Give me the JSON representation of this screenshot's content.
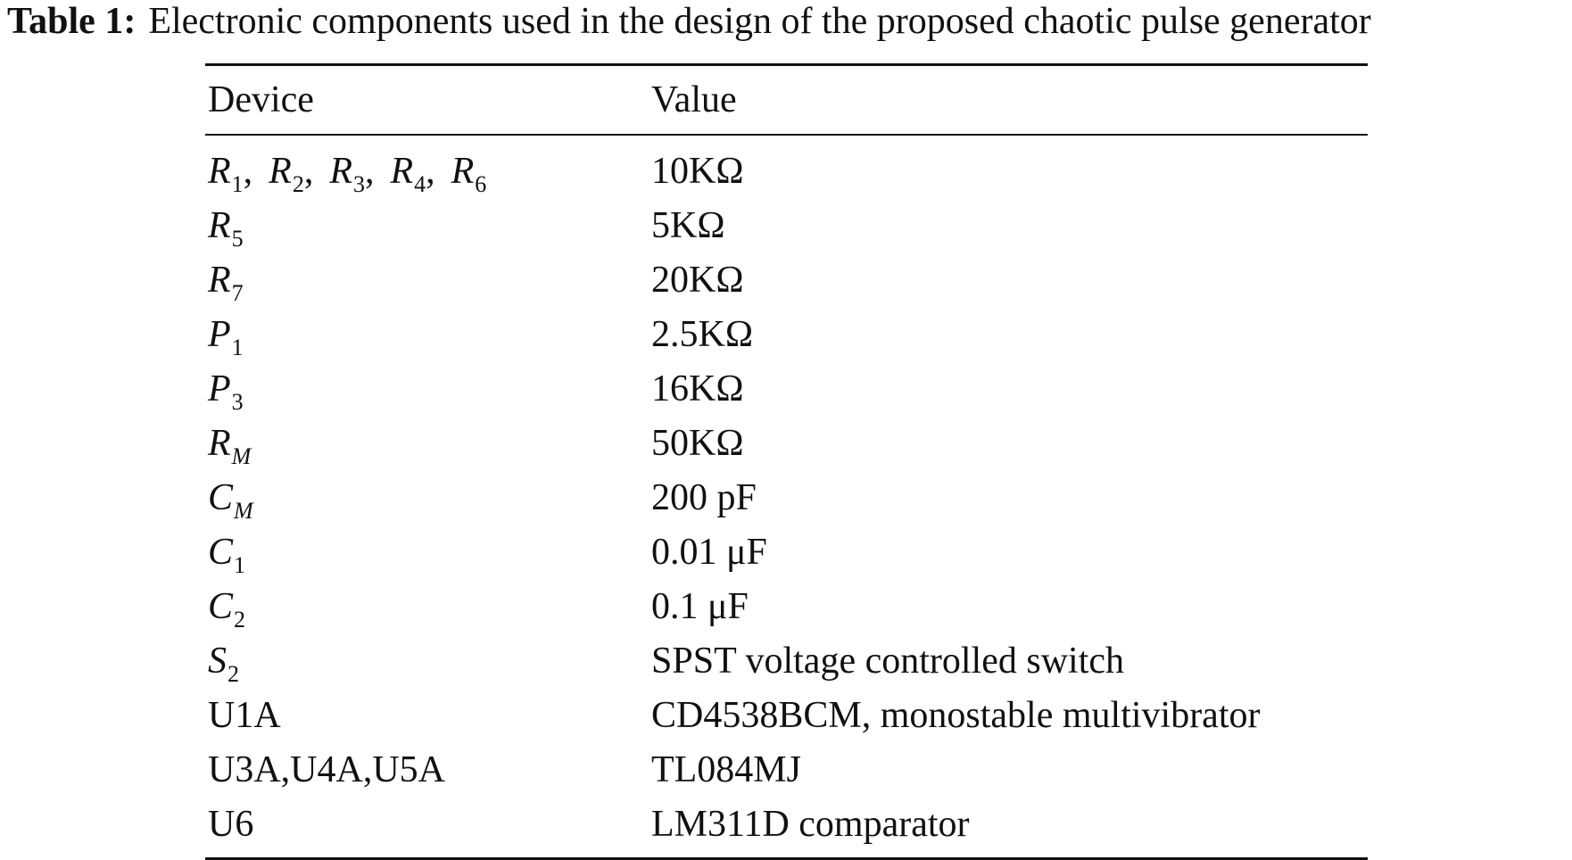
{
  "caption": {
    "label": "Table 1:",
    "text": "Electronic components used in the design of the proposed chaotic pulse generator"
  },
  "table": {
    "headers": [
      "Device",
      "Value"
    ],
    "rows": [
      {
        "device": {
          "parts": [
            {
              "base": "R",
              "sub": "1",
              "sep": ","
            },
            {
              "base": "R",
              "sub": "2",
              "sep": ","
            },
            {
              "base": "R",
              "sub": "3",
              "sep": ","
            },
            {
              "base": "R",
              "sub": "4",
              "sep": ","
            },
            {
              "base": "R",
              "sub": "6",
              "sep": ""
            }
          ]
        },
        "value": "10KΩ"
      },
      {
        "device": {
          "parts": [
            {
              "base": "R",
              "sub": "5",
              "sep": ""
            }
          ]
        },
        "value": "5KΩ"
      },
      {
        "device": {
          "parts": [
            {
              "base": "R",
              "sub": "7",
              "sep": ""
            }
          ]
        },
        "value": "20KΩ"
      },
      {
        "device": {
          "parts": [
            {
              "base": "P",
              "sub": "1",
              "sep": ""
            }
          ]
        },
        "value": "2.5KΩ"
      },
      {
        "device": {
          "parts": [
            {
              "base": "P",
              "sub": "3",
              "sep": ""
            }
          ]
        },
        "value": "16KΩ"
      },
      {
        "device": {
          "parts": [
            {
              "base": "R",
              "sub": "M",
              "sep": ""
            }
          ]
        },
        "value": "50KΩ"
      },
      {
        "device": {
          "parts": [
            {
              "base": "C",
              "sub": "M",
              "sep": ""
            }
          ]
        },
        "value": "200 pF"
      },
      {
        "device": {
          "parts": [
            {
              "base": "C",
              "sub": "1",
              "sep": ""
            }
          ]
        },
        "value": "0.01 μF"
      },
      {
        "device": {
          "parts": [
            {
              "base": "C",
              "sub": "2",
              "sep": ""
            }
          ]
        },
        "value": "0.1 μF"
      },
      {
        "device": {
          "parts": [
            {
              "base": "S",
              "sub": "2",
              "sep": ""
            }
          ]
        },
        "value": "SPST voltage controlled switch"
      },
      {
        "device": {
          "text": "U1A"
        },
        "value": "CD4538BCM, monostable multivibrator"
      },
      {
        "device": {
          "text": "U3A,U4A,U5A"
        },
        "value": "TL084MJ"
      },
      {
        "device": {
          "text": "U6"
        },
        "value": "LM311D comparator"
      }
    ]
  }
}
